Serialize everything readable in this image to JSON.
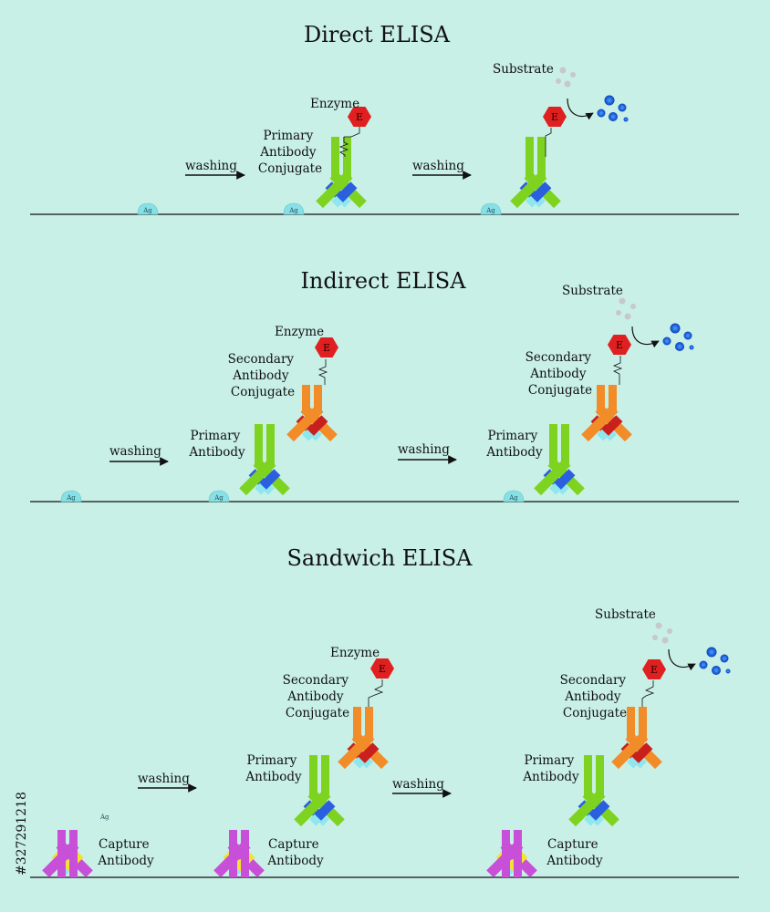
{
  "sections": {
    "direct": {
      "title": "Direct ELISA",
      "washing_1": "washing",
      "washing_2": "washing",
      "enzyme": "Enzyme",
      "primary_conj": [
        "Primary",
        "Antibody",
        "Conjugate"
      ],
      "substrate": "Substrate"
    },
    "indirect": {
      "title": "Indirect ELISA",
      "washing_1": "washing",
      "washing_2": "washing",
      "enzyme": "Enzyme",
      "secondary_conj_1": [
        "Secondary",
        "Antibody",
        "Conjugate"
      ],
      "secondary_conj_2": [
        "Secondary",
        "Antibody",
        "Conjugate"
      ],
      "primary_1": [
        "Primary",
        "Antibody"
      ],
      "primary_2": [
        "Primary",
        "Antibody"
      ],
      "substrate": "Substrate"
    },
    "sandwich": {
      "title": "Sandwich ELISA",
      "washing_1": "washing",
      "washing_2": "washing",
      "enzyme": "Enzyme",
      "secondary_conj_1": [
        "Secondary",
        "Antibody",
        "Conjugate"
      ],
      "secondary_conj_2": [
        "Secondary",
        "Antibody",
        "Conjugate"
      ],
      "primary_1": [
        "Primary",
        "Antibody"
      ],
      "primary_2": [
        "Primary",
        "Antibody"
      ],
      "capture_1": [
        "Capture",
        "Antibody"
      ],
      "capture_2": [
        "Capture",
        "Antibody"
      ],
      "capture_3": [
        "Capture",
        "Antibody"
      ],
      "substrate": "Substrate"
    }
  },
  "antigen_label": "Ag",
  "enzyme_letter": "E",
  "watermark_id": "#327291218",
  "colors": {
    "background": "#c8f0e6",
    "primary_antibody": "#7ed321",
    "secondary_antibody": "#f28c28",
    "capture_antibody": "#c84fd8",
    "enzyme": "#e02020",
    "antigen": "#88e0e6",
    "substrate_particles": "#c8c8c8",
    "product_particles": "#1a5fe0"
  }
}
